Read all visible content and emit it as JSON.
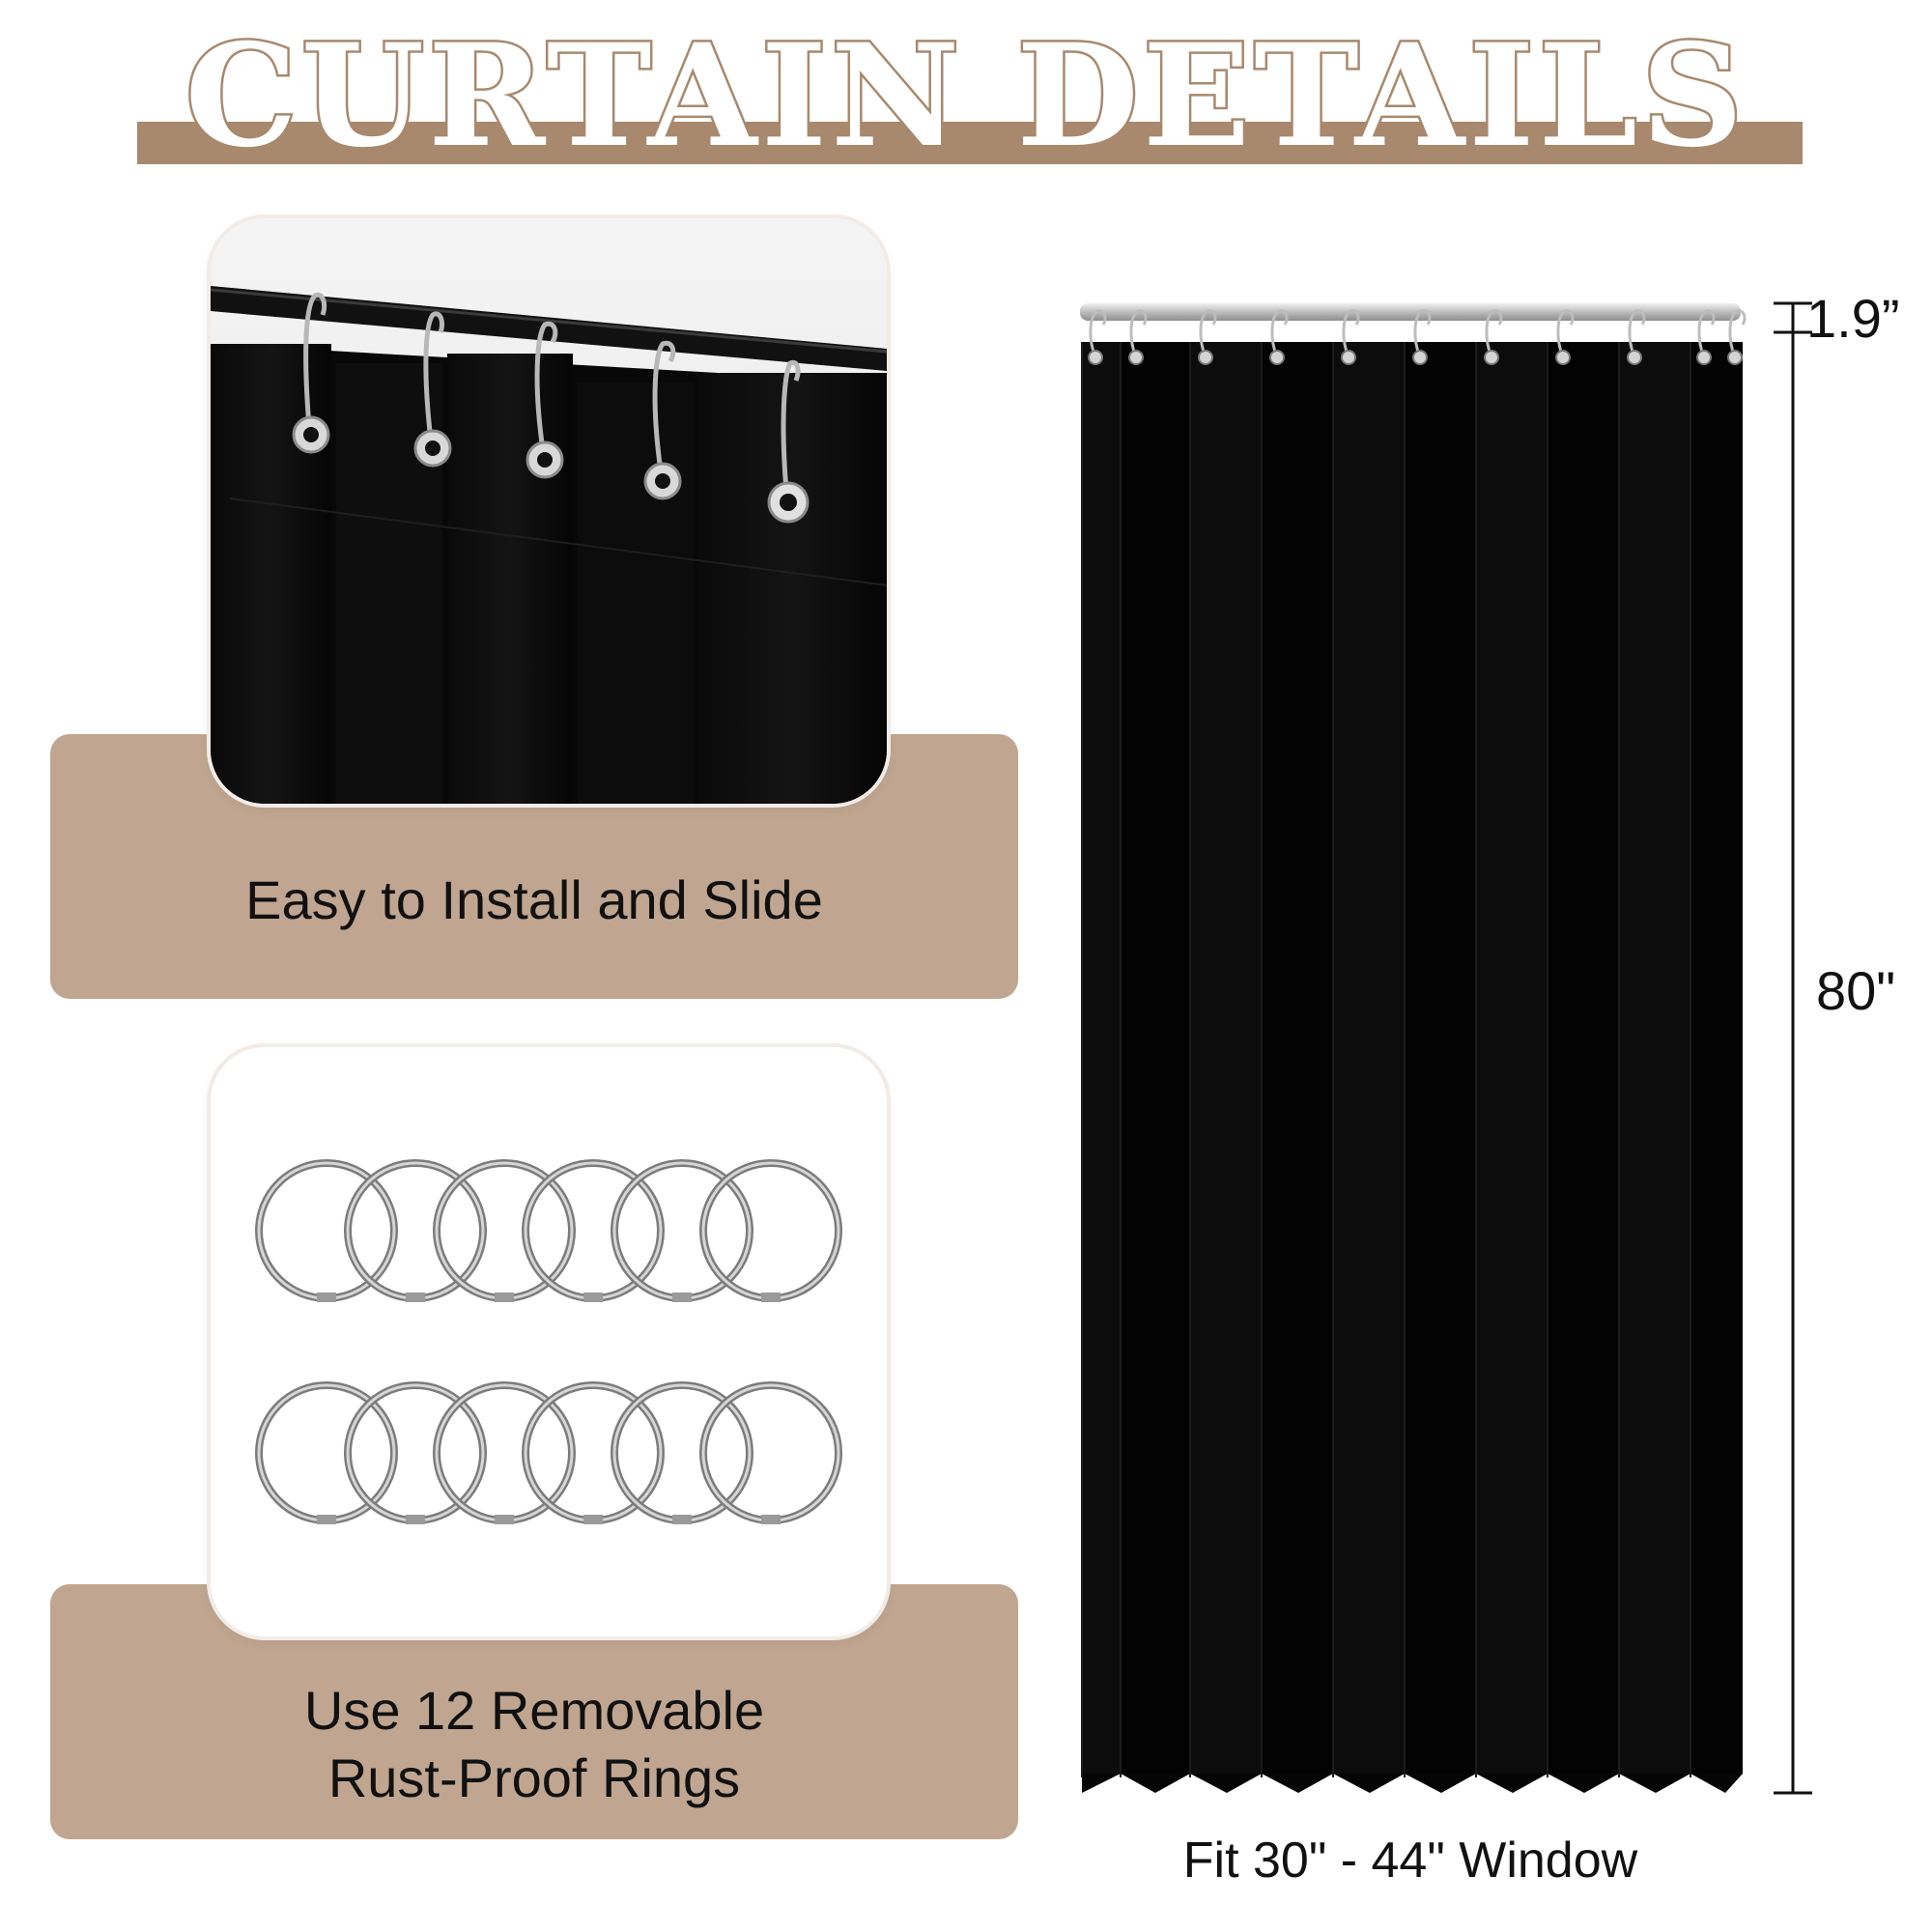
{
  "header": {
    "title": "CURTAIN DETAILS"
  },
  "features": [
    {
      "label": "Easy to Install and Slide"
    },
    {
      "label_line1": "Use 12 Removable",
      "label_line2": "Rust-Proof Rings"
    }
  ],
  "rings": {
    "count": 12
  },
  "dimensions": {
    "top_label": "1.9”",
    "height_label": "80\"",
    "fit_label": "Fit 30\" - 44\" Window"
  },
  "colors": {
    "accent": "#a8896d",
    "caption_bg": "#c0a690",
    "curtain": "#050505",
    "metal": "#c8c8c8"
  }
}
